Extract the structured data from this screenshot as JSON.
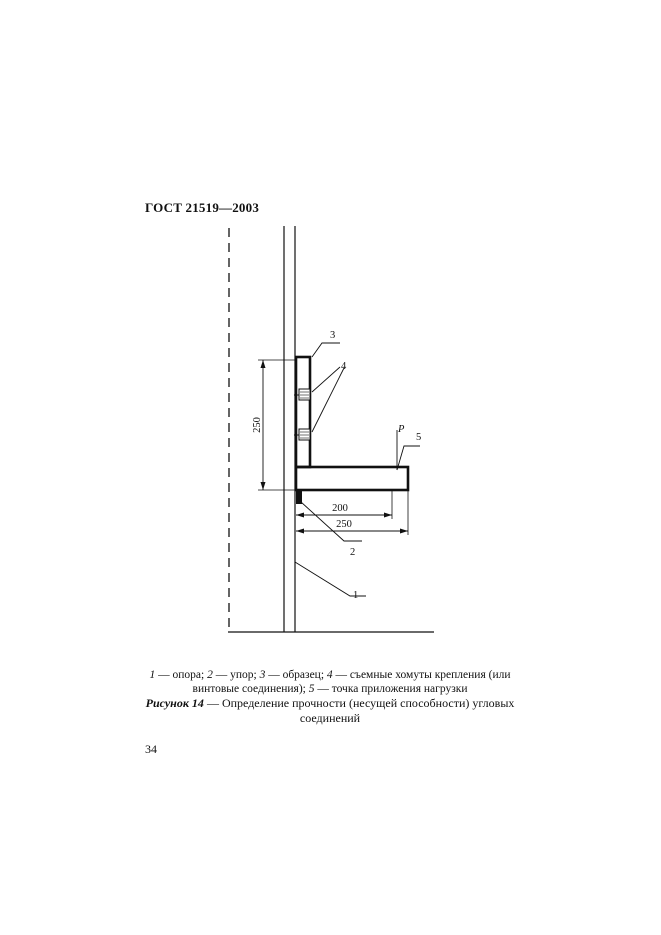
{
  "header": {
    "standard": "ГОСТ 21519—2003"
  },
  "figure": {
    "labels": {
      "one": "1",
      "two": "2",
      "three": "3",
      "four": "4",
      "five": "5",
      "force": "P"
    },
    "dimensions": {
      "height": "250",
      "short_length": "200",
      "long_length": "250"
    }
  },
  "legend": {
    "n1": "1",
    "t1": " — опора; ",
    "n2": "2",
    "t2": " — упор; ",
    "n3": "3",
    "t3": " — образец; ",
    "n4": "4",
    "t4": " — съемные хомуты крепления (или винтовые соединения); ",
    "n5": "5",
    "t5": " — точка приложения нагрузки"
  },
  "caption": {
    "label": "Рисунок 14",
    "text": " — Определение прочности (несущей способности) угловых соединений"
  },
  "page": {
    "number": "34"
  }
}
